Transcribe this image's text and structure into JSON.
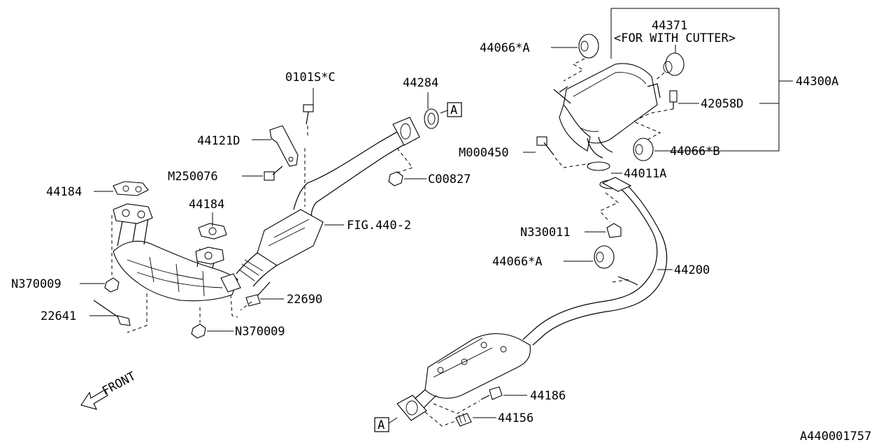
{
  "diagram_id": "A440001757",
  "front_indicator": "FRONT",
  "ref_marker": "A",
  "labels": {
    "p0101sc": "0101S*C",
    "p44284": "44284",
    "p44121d": "44121D",
    "pm250076": "M250076",
    "pc00827": "C00827",
    "p44184a": "44184",
    "p44184b": "44184",
    "pfig4402": "FIG.440-2",
    "pn370009a": "N370009",
    "p22641": "22641",
    "p22690": "22690",
    "pn370009b": "N370009",
    "p44066a_top": "44066*A",
    "p44371": "44371",
    "p44371_note": "<FOR WITH CUTTER>",
    "p44300a": "44300A",
    "p42058d": "42058D",
    "pm000450": "M000450",
    "p44066b": "44066*B",
    "p44011a": "44011A",
    "pn330011": "N330011",
    "p44066a_mid": "44066*A",
    "p44200": "44200",
    "p44186": "44186",
    "p44156": "44156"
  }
}
